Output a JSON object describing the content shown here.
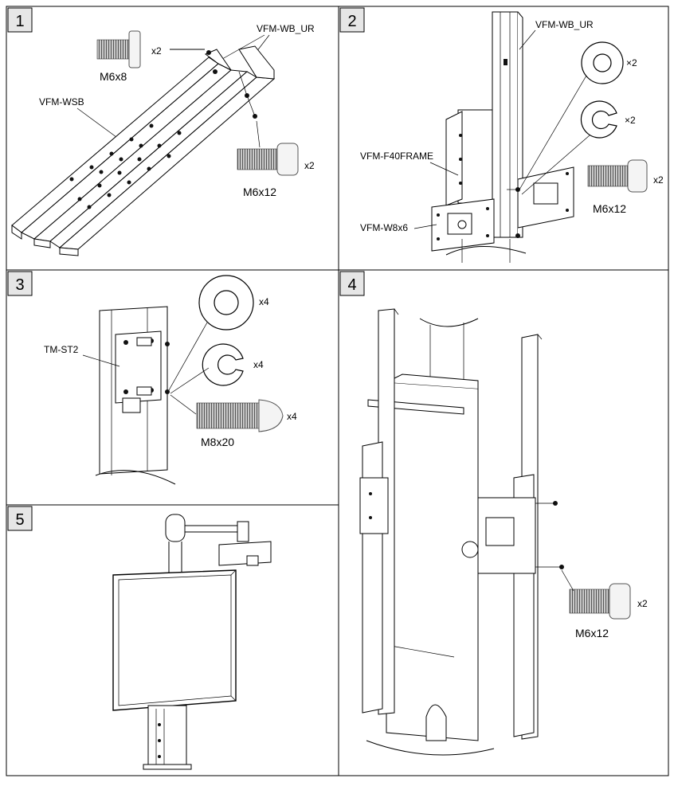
{
  "steps": [
    {
      "number": "1",
      "labels": {
        "rail": "VFM-WB_UR",
        "bar": "VFM-WSB"
      },
      "hardware": [
        {
          "size": "M6x8",
          "qty": "x2"
        },
        {
          "size": "M6x12",
          "qty": "x2"
        }
      ]
    },
    {
      "number": "2",
      "labels": {
        "rail": "VFM-WB_UR",
        "frame": "VFM-F40FRAME",
        "bracket": "VFM-W8x6"
      },
      "washer_qty": "×2",
      "lock_washer_qty": "×2",
      "hardware": [
        {
          "size": "M6x12",
          "qty": "x2"
        }
      ]
    },
    {
      "number": "3",
      "labels": {
        "plate": "TM-ST2"
      },
      "washer_qty": "x4",
      "lock_washer_qty": "x4",
      "hardware": [
        {
          "size": "M8x20",
          "qty": "x4"
        }
      ]
    },
    {
      "number": "4",
      "hardware": [
        {
          "size": "M6x12",
          "qty": "x2"
        }
      ]
    },
    {
      "number": "5"
    }
  ]
}
